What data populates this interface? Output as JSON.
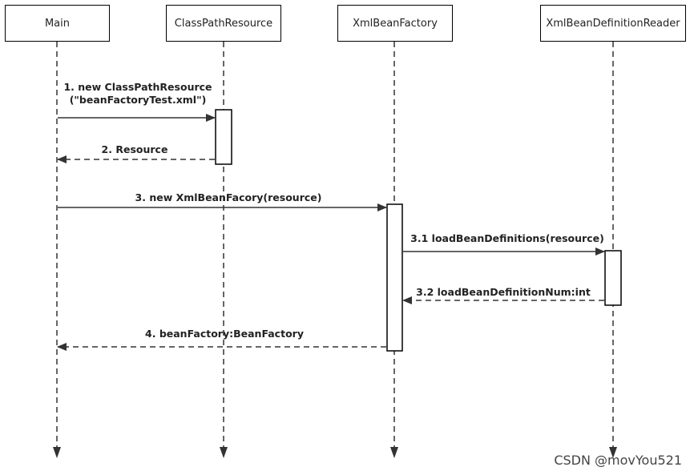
{
  "participants": {
    "main": "Main",
    "resource": "ClassPathResource",
    "factory": "XmlBeanFactory",
    "reader": "XmlBeanDefinitionReader"
  },
  "messages": {
    "m1_line1": "1. new ClassPathResource",
    "m1_line2": "(\"beanFactoryTest.xml\")",
    "m2": "2. Resource",
    "m3": "3. new XmlBeanFacory(resource)",
    "m31": "3.1 loadBeanDefinitions(resource)",
    "m32": "3.2 loadBeanDefinitionNum:int",
    "m4": "4. beanFactory:BeanFactory"
  },
  "watermark": "CSDN @movYou521"
}
